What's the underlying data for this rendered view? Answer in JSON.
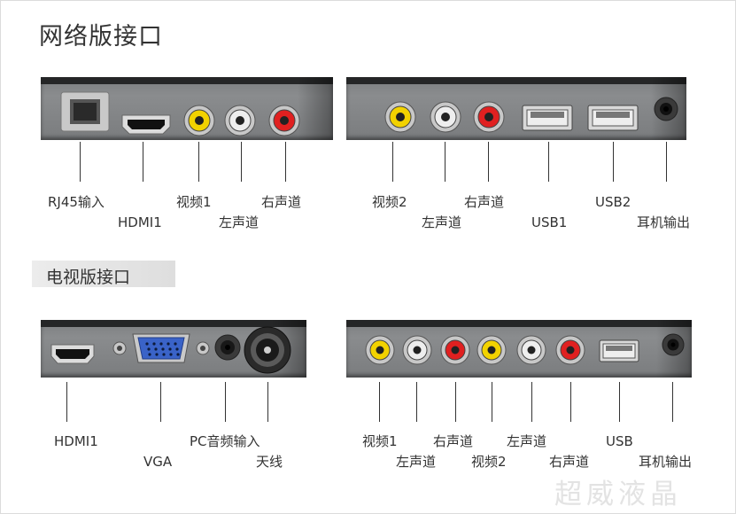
{
  "titles": {
    "network": "网络版接口",
    "tv": "电视版接口"
  },
  "labels": {
    "rj45": "RJ45输入",
    "hdmi1": "HDMI1",
    "video1": "视频1",
    "left_channel": "左声道",
    "right_channel": "右声道",
    "video2": "视频2",
    "usb1": "USB1",
    "usb2": "USB2",
    "earphone": "耳机输出",
    "vga": "VGA",
    "pc_audio": "PC音频输入",
    "antenna": "天线",
    "usb": "USB"
  },
  "watermark": "超威液晶",
  "colors": {
    "video_jack": "#f2d200",
    "left_audio_jack": "#eeeeee",
    "right_audio_jack": "#e02020",
    "vga_port": "#3a63c8"
  }
}
